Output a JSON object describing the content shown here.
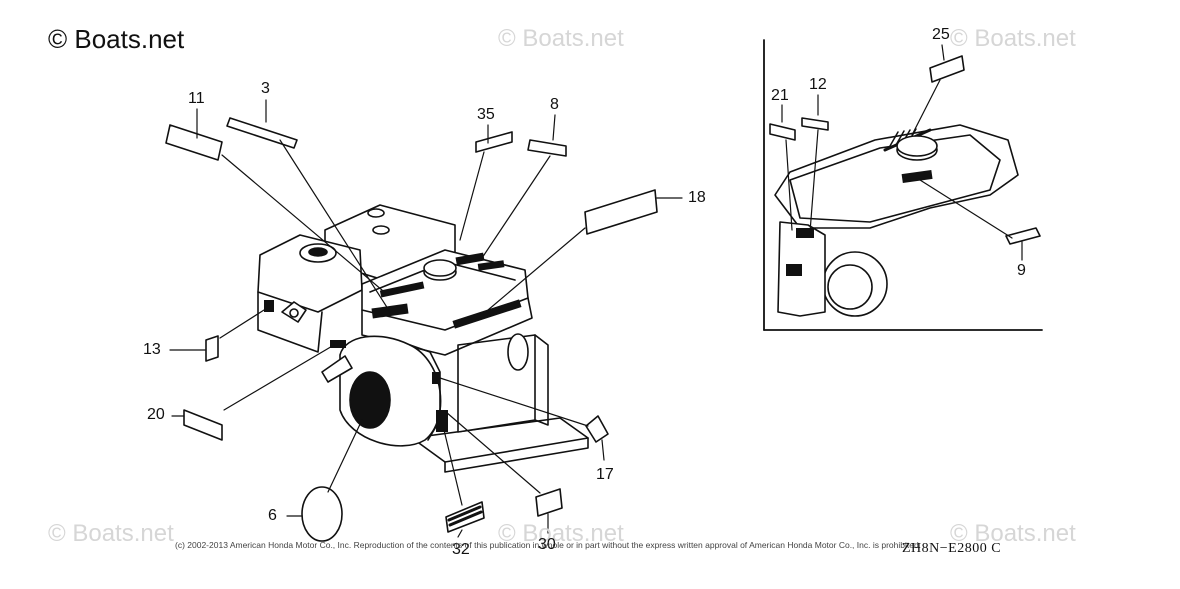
{
  "brand": "© Boats.net",
  "watermarks": [
    "© Boats.net",
    "© Boats.net",
    "© Boats.net",
    "© Boats.net",
    "© Boats.net"
  ],
  "copyright": "(c) 2002-2013 American Honda Motor Co., Inc. Reproduction of the contents of this publication in whole or in part without the express written approval of American Honda Motor Co., Inc. is prohibited.",
  "diagram_code": "ZH8N−E2800 C",
  "callouts": {
    "c11": "11",
    "c3": "3",
    "c35": "35",
    "c8": "8",
    "c18": "18",
    "c13": "13",
    "c20": "20",
    "c6": "6",
    "c32": "32",
    "c30": "30",
    "c17": "17",
    "c21": "21",
    "c12": "12",
    "c25": "25",
    "c9": "9"
  }
}
